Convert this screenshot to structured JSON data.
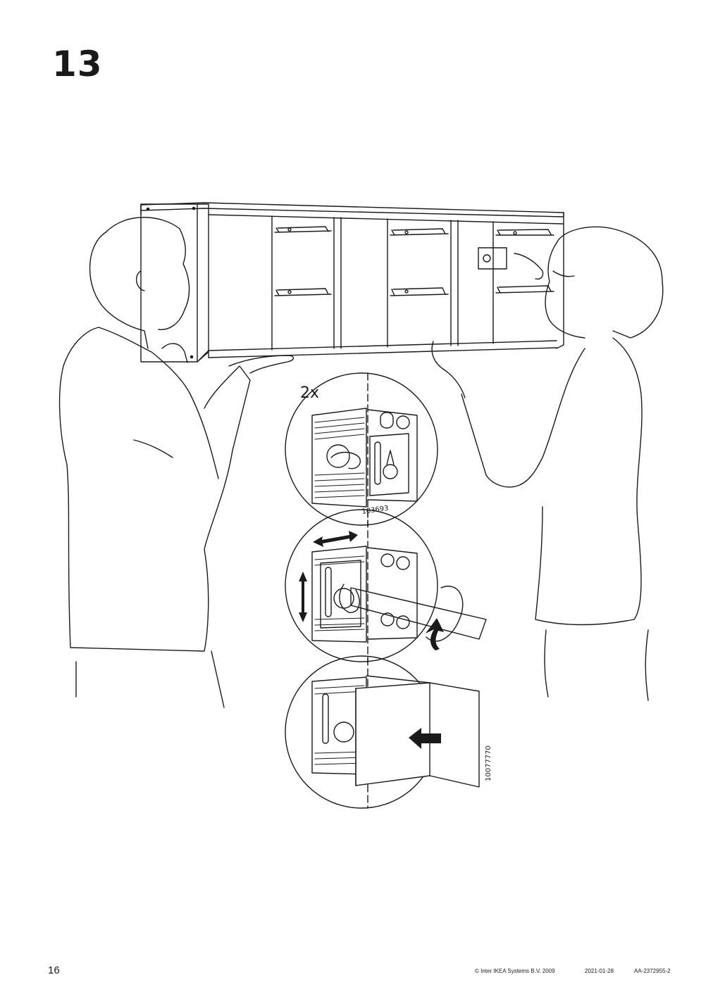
{
  "step": {
    "number": "13"
  },
  "detail": {
    "quantity": "2x",
    "part_number": "103693",
    "drawing_code": "10077770"
  },
  "footer": {
    "page_number": "16",
    "copyright": "© Inter IKEA Systems B.V. 2009",
    "date": "2021-01-28",
    "document_code": "AA-2372955-2"
  },
  "icons": [
    "shelf-cabinet",
    "person-left",
    "person-right",
    "bracket-detail",
    "adjust-arrows-icon",
    "rotate-arrow-icon",
    "push-arrow-icon"
  ]
}
